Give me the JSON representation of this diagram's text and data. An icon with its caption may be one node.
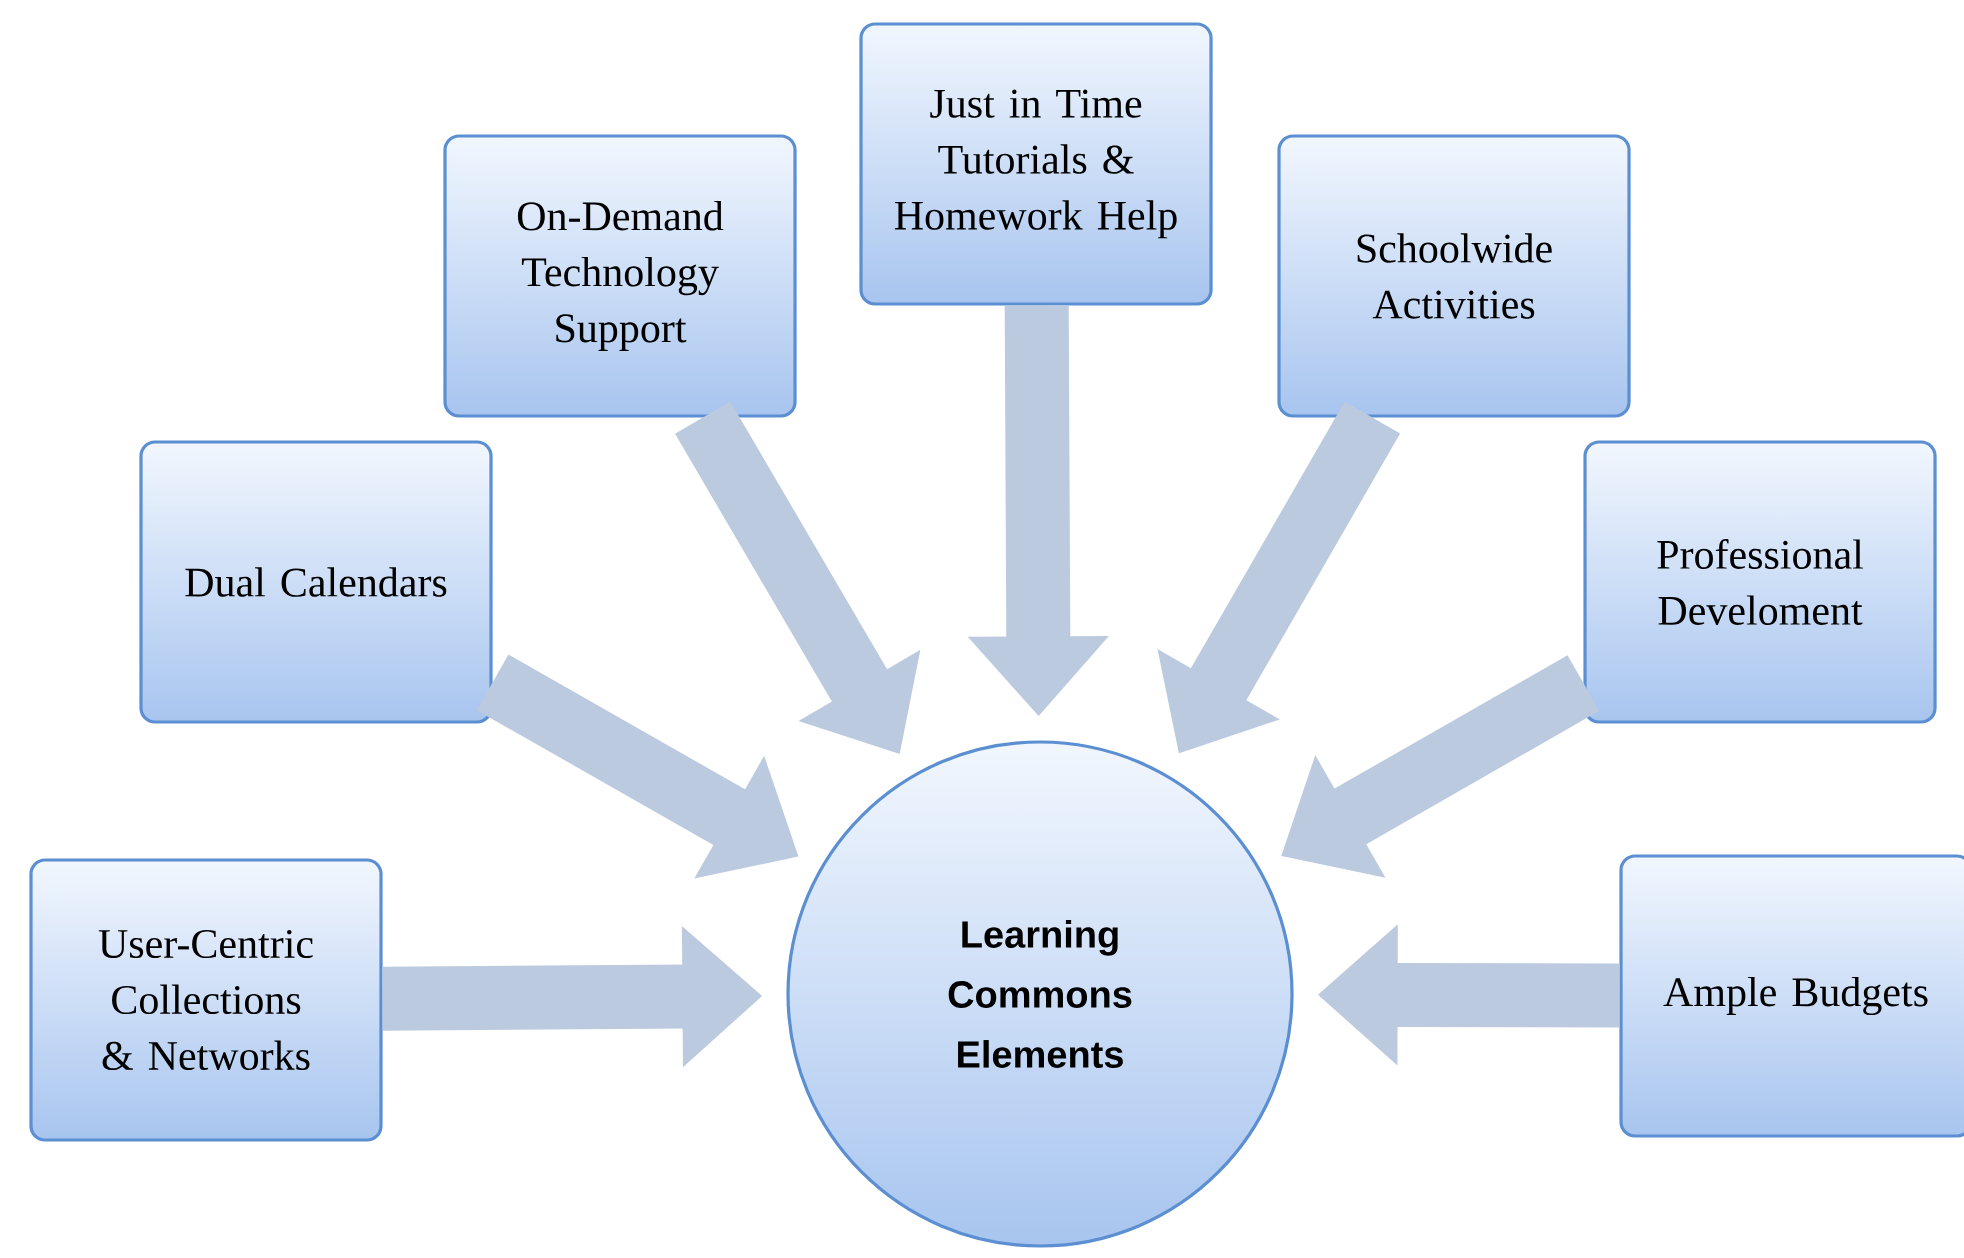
{
  "diagram": {
    "nodes": [
      {
        "text": [
          "Just in Time Tutorials & Homework Help"
        ]
      },
      {
        "text": [
          "On-Demand Technology Support"
        ]
      },
      {
        "text": [
          "Schoolwide Activities"
        ]
      },
      {
        "text": [
          "Dual Calendars"
        ]
      },
      {
        "text": [
          "Professional Develoment"
        ]
      },
      {
        "text": [
          "User-Centric Collections & Networks"
        ]
      },
      {
        "text": [
          "Ample Budgets"
        ]
      },
      {
        "text": [
          "Learning Commons Elements"
        ]
      }
    ],
    "edges": [
      {
        "from": 0,
        "to": 7,
        "arrow": "to"
      },
      {
        "from": 1,
        "to": 7,
        "arrow": "to"
      },
      {
        "from": 2,
        "to": 7,
        "arrow": "to"
      },
      {
        "from": 3,
        "to": 7,
        "arrow": "to"
      },
      {
        "from": 4,
        "to": 7,
        "arrow": "to"
      },
      {
        "from": 5,
        "to": 7,
        "arrow": "to"
      },
      {
        "from": 6,
        "to": 7,
        "arrow": "to"
      }
    ]
  }
}
